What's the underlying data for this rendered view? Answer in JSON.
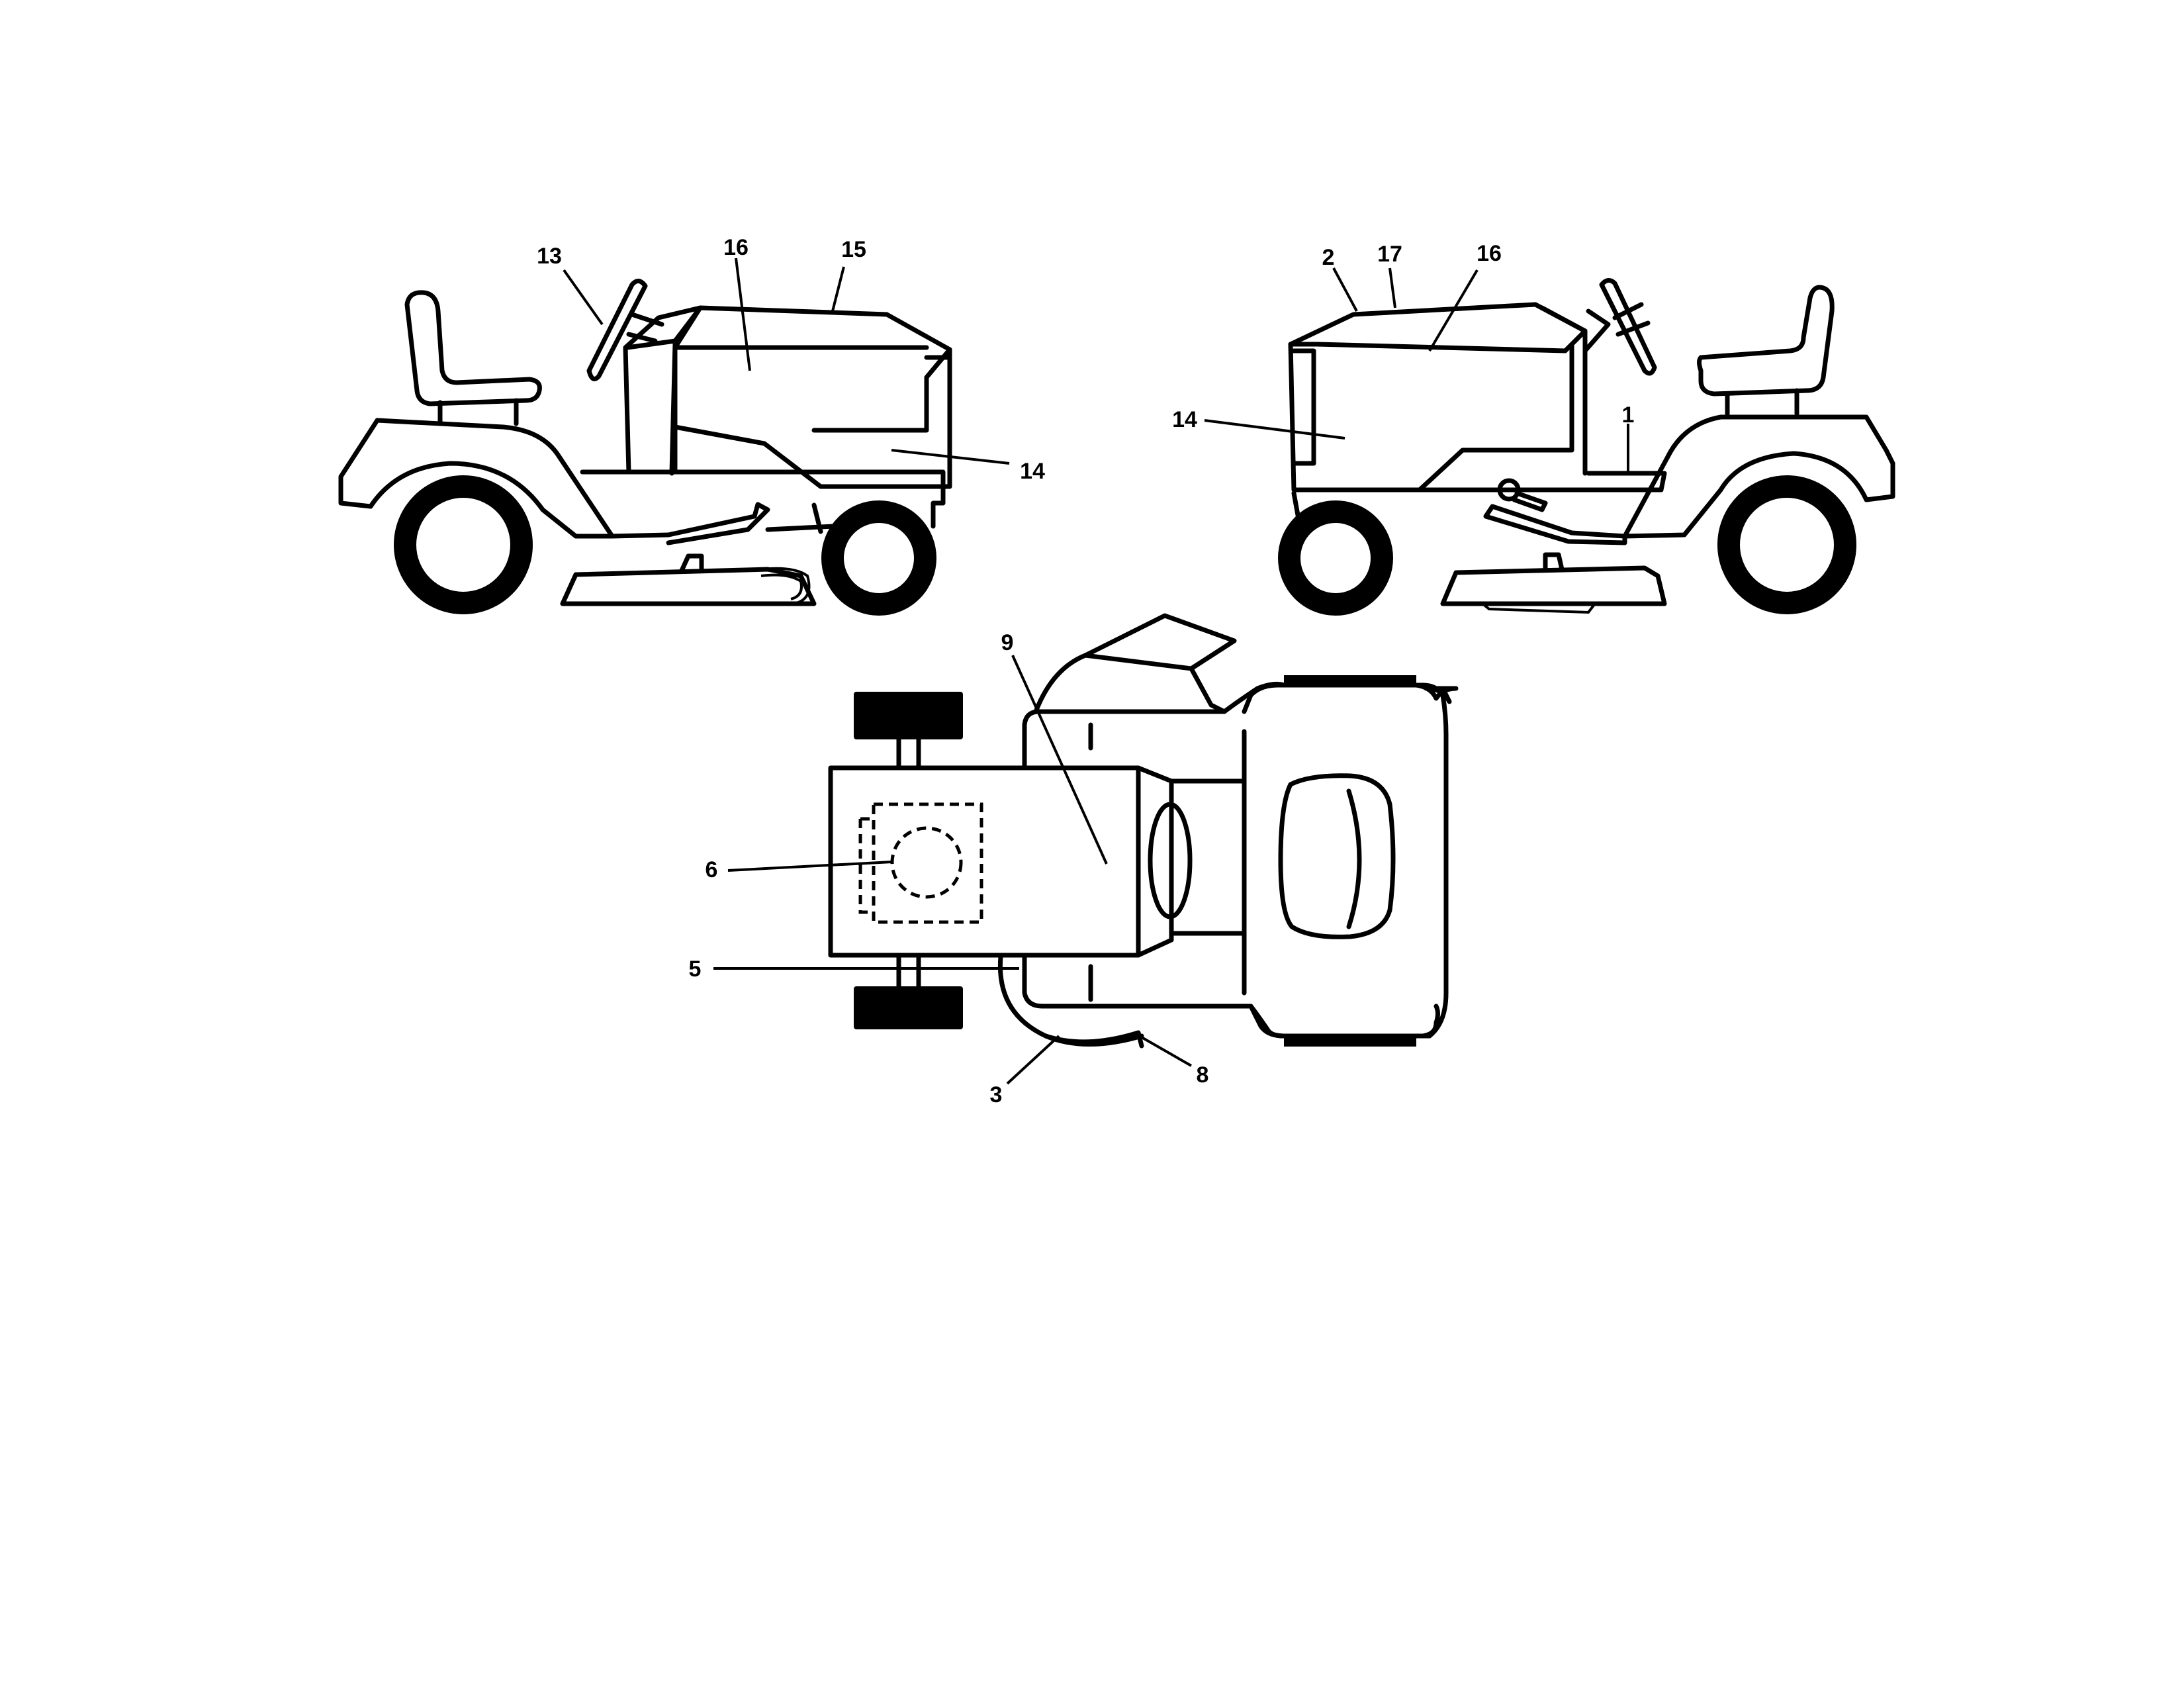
{
  "diagram": {
    "views": [
      "left-side-view",
      "right-side-view",
      "top-view"
    ],
    "labels": {
      "left_13": "13",
      "left_16": "16",
      "left_15": "15",
      "left_14": "14",
      "right_2": "2",
      "right_17": "17",
      "right_16": "16",
      "right_14": "14",
      "right_1": "1",
      "top_9": "9",
      "top_6": "6",
      "top_5": "5",
      "top_3": "3",
      "top_8": "8"
    }
  }
}
